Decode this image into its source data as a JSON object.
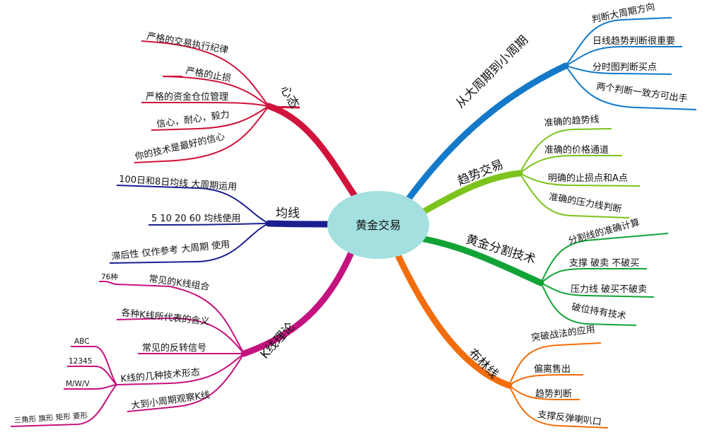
{
  "center": {
    "label": "黄金交易",
    "color": "#a3e0df"
  },
  "colors": {
    "xintai": "#d0143c",
    "junxian": "#1b1f8f",
    "kxian": "#c4127f",
    "dazhouqi": "#1479c8",
    "qushi": "#7cc31d",
    "fenge": "#12a336",
    "bulin": "#f26d0c"
  },
  "branches": {
    "xintai": {
      "label": "心态",
      "items": [
        "严格的交易执行纪律",
        "严格的止损",
        "严格的资金仓位管理",
        "信心，耐心，毅力",
        "你的技术是最好的信心"
      ]
    },
    "junxian": {
      "label": "均线",
      "items": [
        "100日和8日均线 大周期运用",
        "5 10 20 60 均线使用",
        "滞后性 仅作参考 大周期 使用"
      ]
    },
    "kxian": {
      "label": "K线理论",
      "items": [
        "常见的K线组合",
        "各种K线所代表的含义",
        "常见的反转信号",
        "K线的几种技术形态",
        "大到小周期观察K线"
      ],
      "sub_zuhe": [
        "76种"
      ],
      "sub_xingtai": [
        "ABC",
        "12345",
        "M/W/V",
        "三角形 旗形 矩形 菱形"
      ]
    },
    "dazhouqi": {
      "label": "从大周期到小周期",
      "items": [
        "判断大周期方向",
        "日线趋势判断很重要",
        "分时图判断买点",
        "两个判断一致方可出手"
      ]
    },
    "qushi": {
      "label": "趋势交易",
      "items": [
        "准确的趋势线",
        "准确的价格通道",
        "明确的止损点和A点",
        "准确的压力线判断"
      ]
    },
    "fenge": {
      "label": "黄金分割技术",
      "items": [
        "分割线的准确计算",
        "支撑 破卖 不破买",
        "压力线 破买不破卖",
        "破位持有技术"
      ]
    },
    "bulin": {
      "label": "布林线",
      "items": [
        "突破战法的应用",
        "偏离售出",
        "趋势判断",
        "支撑反弹喇叭口"
      ]
    }
  }
}
